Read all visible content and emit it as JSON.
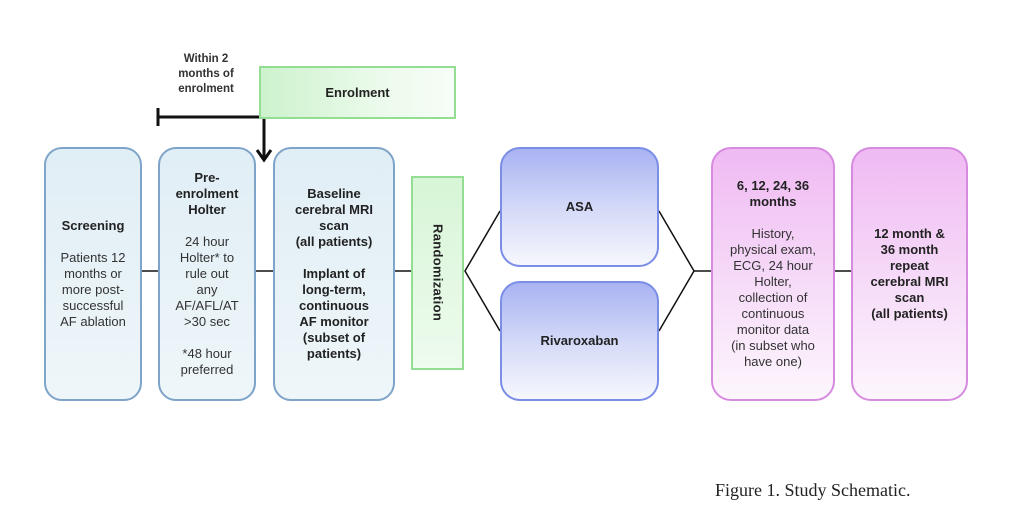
{
  "diagram": {
    "timeline_note": "Within 2 months of enrolment",
    "timeline_note_lines": [
      "Within 2",
      "months of",
      "enrolment"
    ],
    "enrolment": {
      "label": "Enrolment"
    },
    "screening": {
      "title": "Screening",
      "body_lines": [
        "Patients 12",
        "months or",
        "more post-",
        "successful",
        "AF ablation"
      ]
    },
    "holter": {
      "title_lines": [
        "Pre-",
        "enrolment",
        "Holter"
      ],
      "body_lines": [
        "24 hour",
        "Holter* to",
        "rule out",
        "any",
        "AF/AFL/AT",
        ">30 sec"
      ],
      "footnote_lines": [
        "*48 hour",
        "preferred"
      ]
    },
    "baseline": {
      "part1_lines": [
        "Baseline",
        "cerebral MRI",
        "scan",
        "(all patients)"
      ],
      "part2_lines": [
        "Implant of",
        "long-term,",
        "continuous",
        "AF monitor",
        "(subset of",
        "patients)"
      ]
    },
    "randomization": {
      "label": "Randomization"
    },
    "arms": [
      {
        "label": "ASA"
      },
      {
        "label": "Rivaroxaban"
      }
    ],
    "followup": {
      "title_lines": [
        "6, 12, 24, 36",
        "months"
      ],
      "body_lines": [
        "History,",
        "physical exam,",
        "ECG, 24 hour",
        "Holter,",
        "collection of",
        "continuous",
        "monitor data",
        "(in subset who",
        "have one)"
      ]
    },
    "mri_repeat": {
      "title_lines": [
        "12 month &",
        "36 month",
        "repeat",
        "cerebral MRI",
        "scan",
        "(all patients)"
      ]
    }
  },
  "caption": "Figure 1. Study Schematic.",
  "colors": {
    "blue_border": "#7fa4c9",
    "purple_border": "#7b8ee6",
    "pink_border": "#d78be0",
    "green_border": "#94de94",
    "connector": "#111111"
  }
}
